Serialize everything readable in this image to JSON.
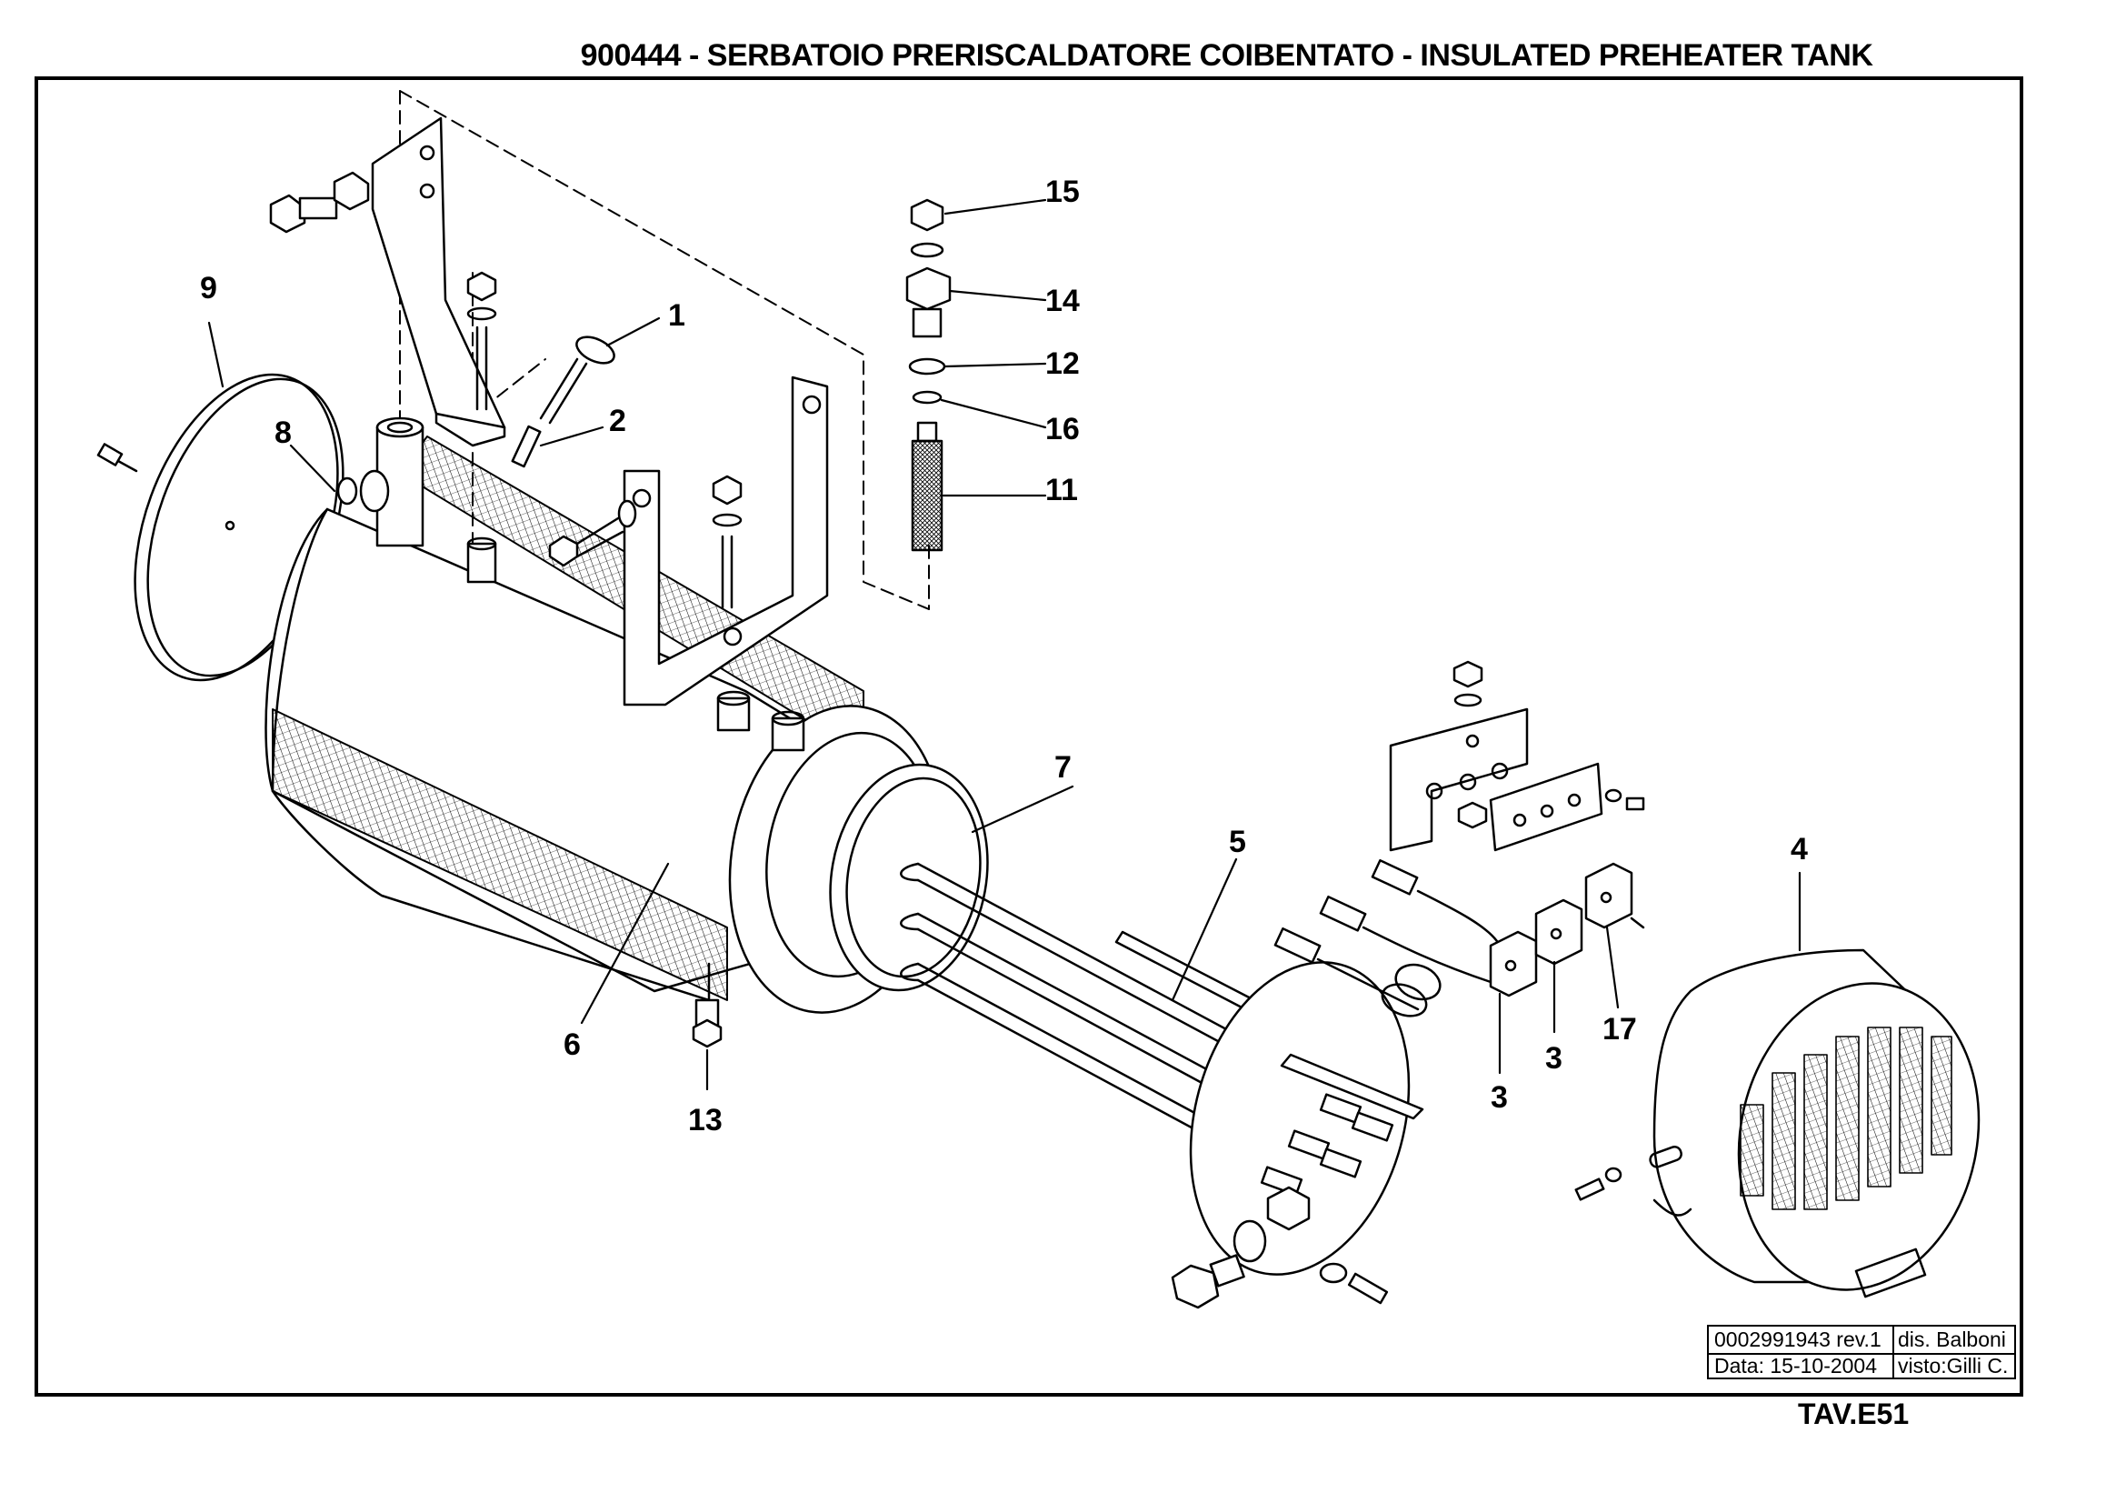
{
  "title": "900444 - SERBATOIO PRERISCALDATORE COIBENTATO - INSULATED PREHEATER TANK",
  "callouts": {
    "c1": "1",
    "c2": "2",
    "c3a": "3",
    "c3b": "3",
    "c4": "4",
    "c5": "5",
    "c6": "6",
    "c7": "7",
    "c8": "8",
    "c9": "9",
    "c11": "11",
    "c12": "12",
    "c13": "13",
    "c14": "14",
    "c15": "15",
    "c16": "16",
    "c17": "17"
  },
  "title_block": {
    "drawing_number": "0002991943 rev.1",
    "drawn_by": "dis. Balboni",
    "date": "Data: 15-10-2004",
    "checked_by": "visto:Gilli C."
  },
  "sheet_ref": "TAV.E51"
}
